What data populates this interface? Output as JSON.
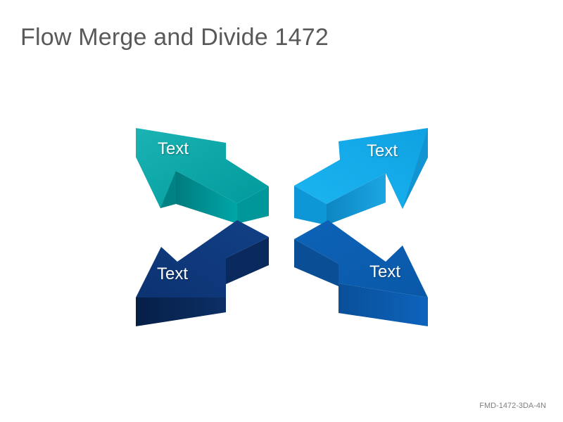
{
  "title": "Flow Merge and Divide 1472",
  "footer_code": "FMD-1472-3DA-4N",
  "arrows": [
    {
      "label": "Text",
      "color": "#00A0A3"
    },
    {
      "label": "Text",
      "color": "#14A9E8"
    },
    {
      "label": "Text",
      "color": "#0E3A7E"
    },
    {
      "label": "Text",
      "color": "#0B5DB0"
    }
  ]
}
